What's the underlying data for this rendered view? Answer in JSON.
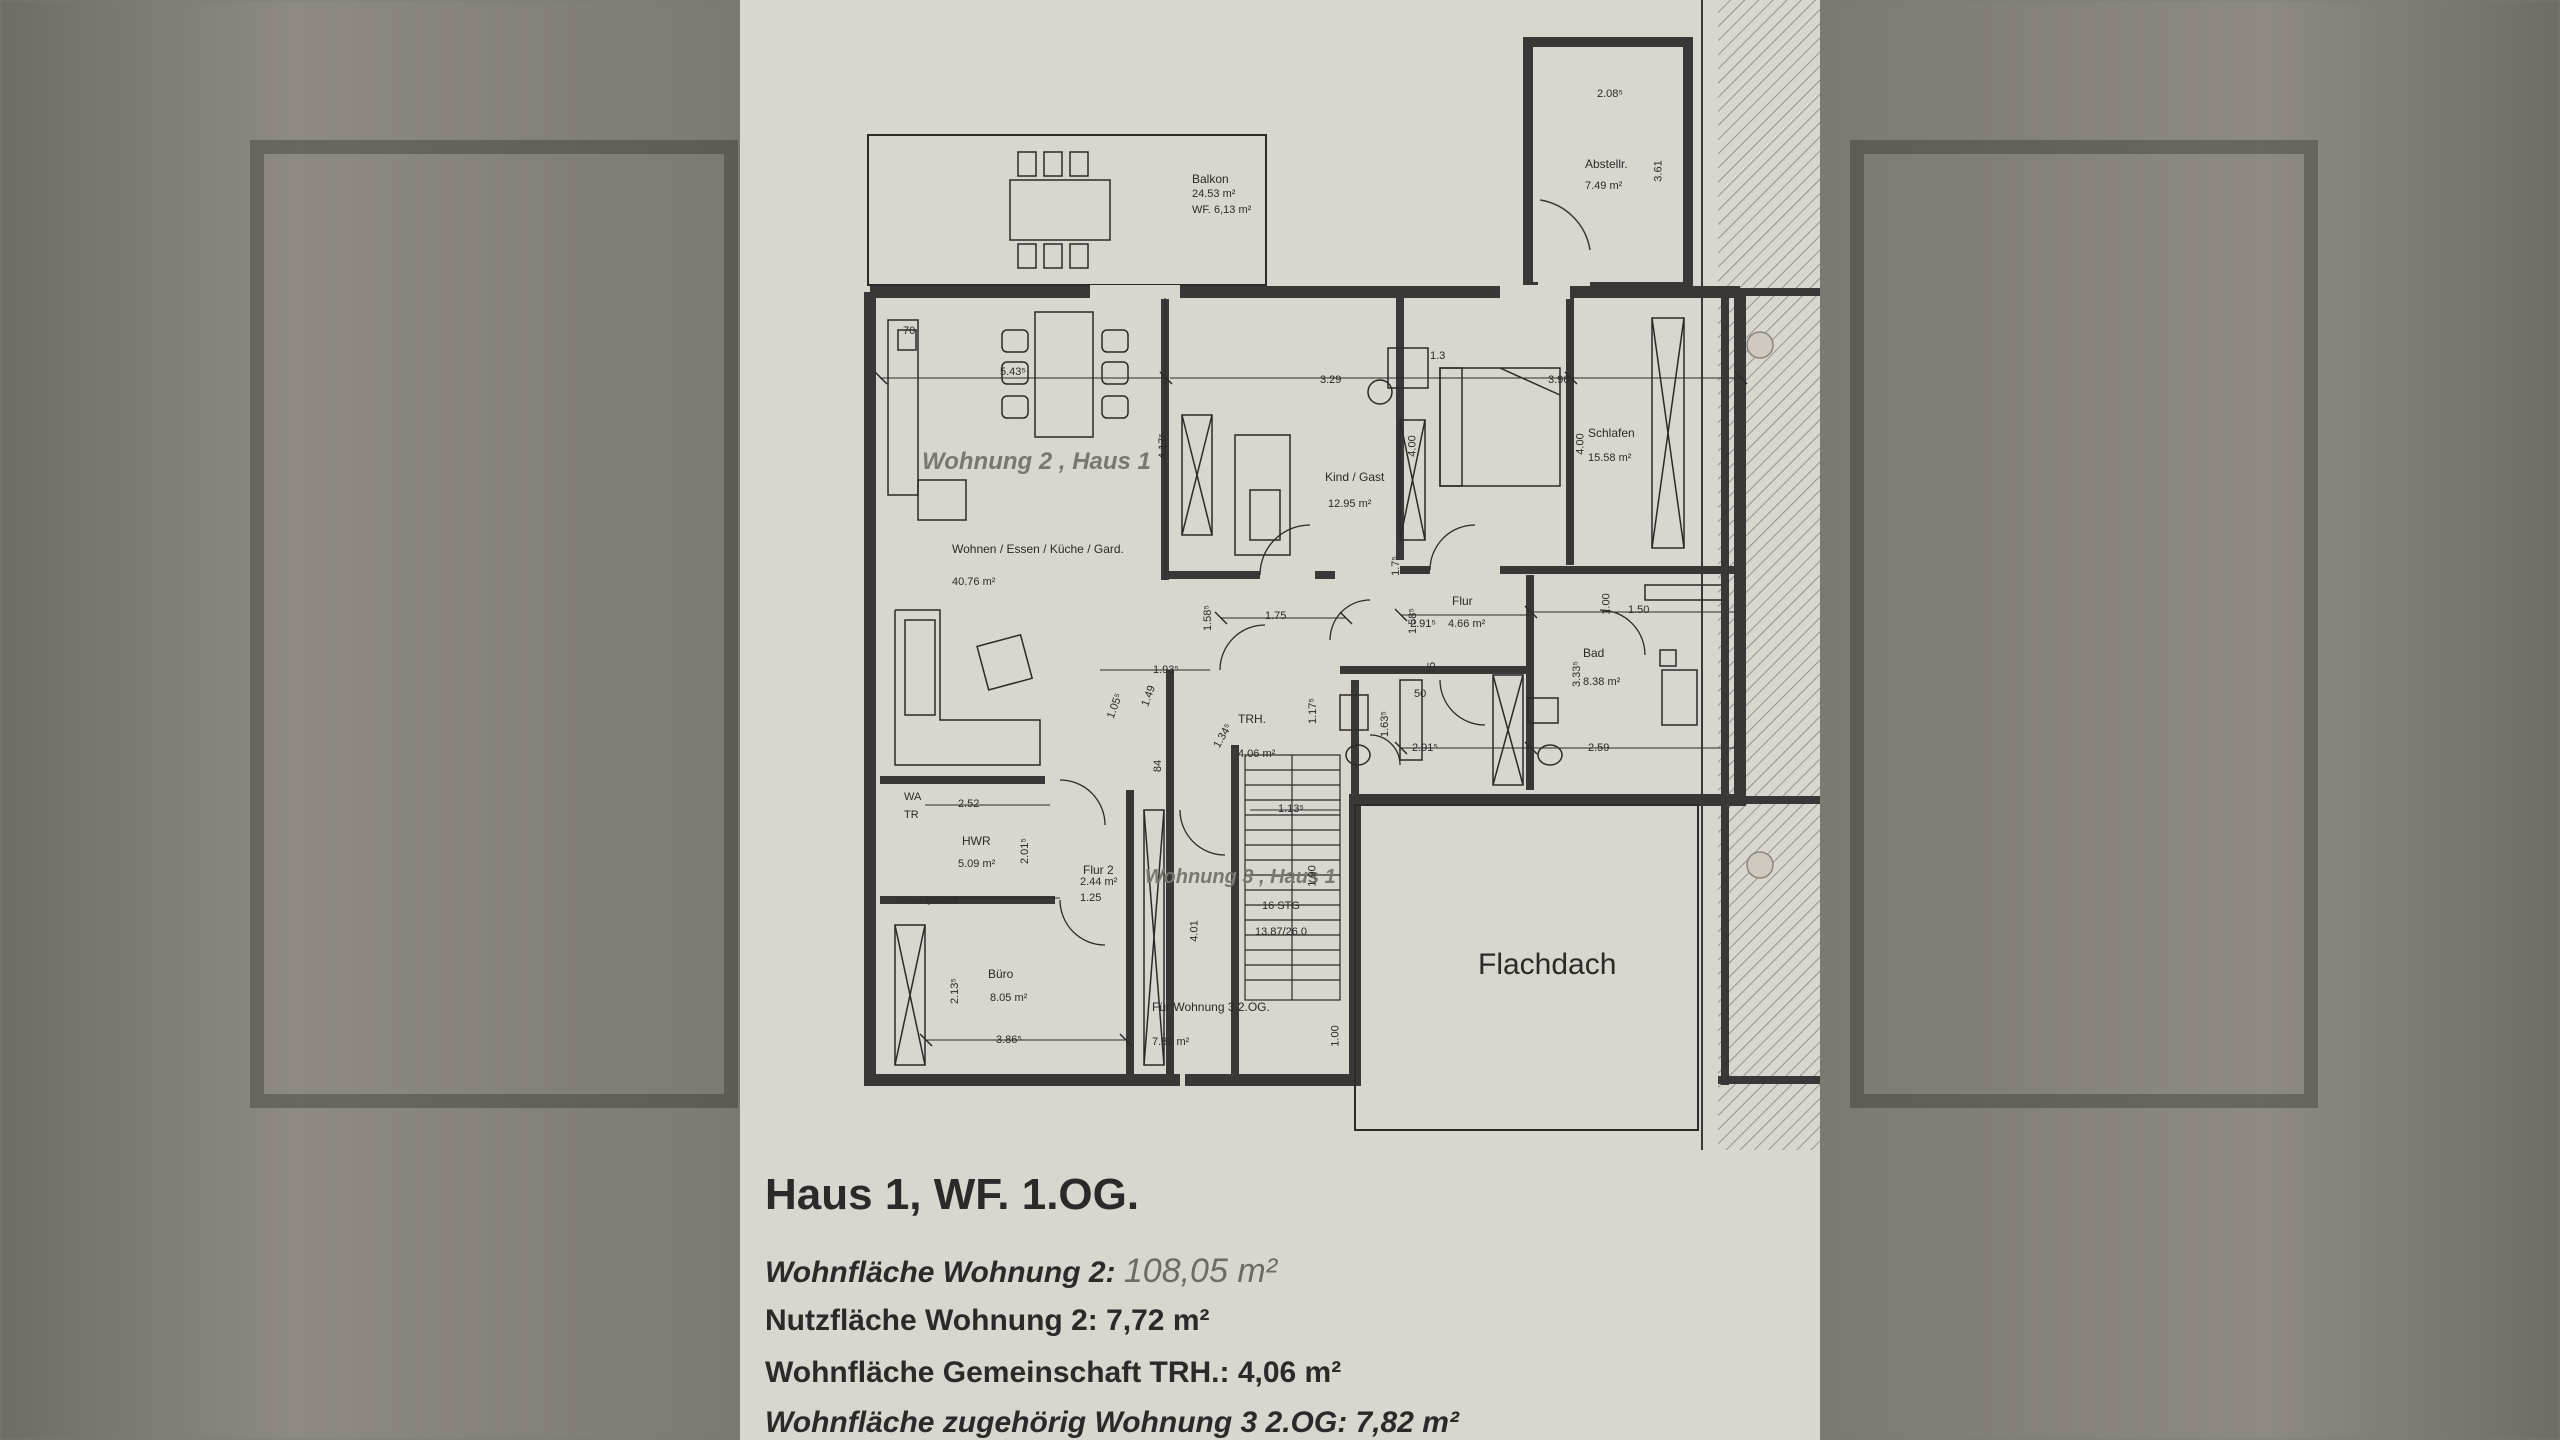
{
  "labels": {
    "balkon": "Balkon",
    "balkon_area": "24.53 m²",
    "balkon_wf": "WF. 6,13 m²",
    "abstell": "Abstellr.",
    "abstell_area": "7.49 m²",
    "wohnung_label": "Wohnung 2 , Haus 1",
    "wohnen": "Wohnen / Essen / Küche / Gard.",
    "wohnen_area": "40.76 m²",
    "kind": "Kind / Gast",
    "kind_area": "12.95 m²",
    "schlafen": "Schlafen",
    "schlafen_area": "15.58 m²",
    "flur": "Flur",
    "bad": "Bad",
    "bad_area": "8.38 m²",
    "trh": "TRH.",
    "hwr": "HWR",
    "hwr_area": "5.09 m²",
    "wa": "WA",
    "tr": "TR",
    "sicherung": "Sicherungskasten",
    "flur2": "Flur 2",
    "flur2_area": "2.44 m²",
    "wohnung3_haus1": "Wohnung 3 , Haus 1",
    "stg": "16 STG",
    "stg_ratio": "13.87/26.0",
    "buero": "Büro",
    "buero_area": "8.05 m²",
    "fuer_wohnung3": "Für Wohnung 3 2.OG.",
    "fuer_area": "7.82 m²",
    "flachdach": "Flachdach"
  },
  "dims": {
    "d_208": "2.08⁵",
    "d_361": "3.61",
    "d_543": "5.43⁵",
    "d_329": "3.29",
    "d_396": "3.96⁵",
    "d_417": "4.17⁵",
    "d_400a": "4.00",
    "d_400b": "4.00",
    "d_175": "1.75",
    "d_158a": "1.58⁵",
    "d_158b": "1.58⁵",
    "d_291a": "2.91⁵",
    "d_466": "4.66 m²",
    "d_150": "1.50",
    "d_100a": "1.00",
    "d_333": "3.33⁵",
    "d_291b": "2.91⁵",
    "d_259": "2.59",
    "d_117": "1.17⁵",
    "d_163": "1.63⁵",
    "d_406": "4.06 m²",
    "d_113": "1.13⁵",
    "d_252": "2.52",
    "d_201": "2.01⁵",
    "d_125": "1.25",
    "d_401": "4.01",
    "d_213": "2.13⁵",
    "d_386": "3.86⁵",
    "d_100b": "1.00",
    "d_190": "1.90",
    "d_134": "1.34⁵",
    "d_105": "1.05⁵",
    "d_149": "1.49",
    "d_193": "1.93⁵",
    "d_84": "84",
    "d_70": "70",
    "d_13": "1.3",
    "d_50": "50",
    "d_15": "15",
    "d_170": "1.7⁵"
  },
  "footer": {
    "title": "Haus 1, WF. 1.OG.",
    "wf_label": "Wohnfläche Wohnung 2:",
    "wf_value": "108,05 m²",
    "nf": "Nutzfläche Wohnung 2: 7,72 m²",
    "gem": "Wohnfläche Gemeinschaft TRH.: 4,06 m²",
    "zug": "Wohnfläche zugehörig Wohnung 3 2.OG: 7,82 m²"
  },
  "colors": {
    "paper": "#d9d5cf",
    "wall": "#3a3836",
    "line": "#2b2a28"
  }
}
